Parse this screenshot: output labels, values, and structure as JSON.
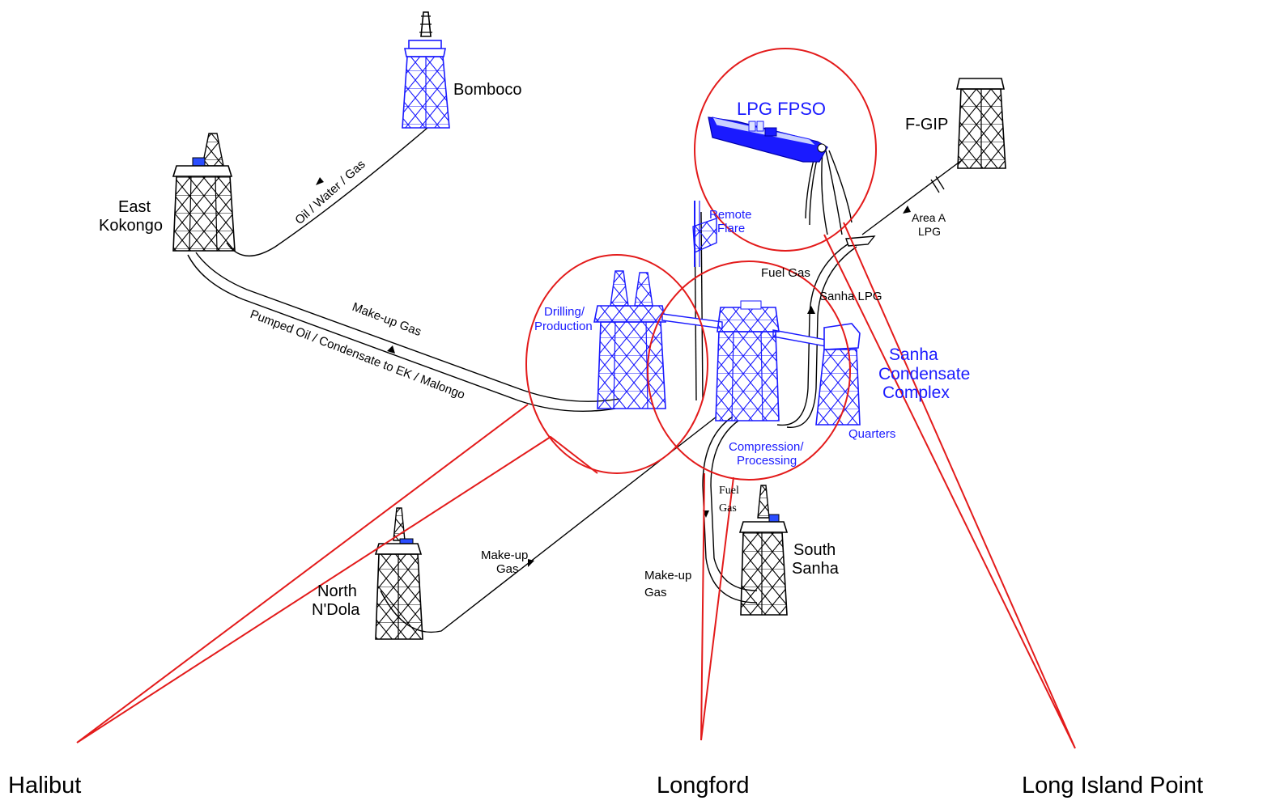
{
  "facilities": {
    "bomboco": "Bomboco",
    "east_kokongo_1": "East",
    "east_kokongo_2": "Kokongo",
    "lpg_fpso": "LPG FPSO",
    "f_gip": "F-GIP",
    "remote_flare_1": "Remote",
    "remote_flare_2": "Flare",
    "drilling_1": "Drilling/",
    "drilling_2": "Production",
    "sanha_1": "Sanha",
    "sanha_2": "Condensate",
    "sanha_3": "Complex",
    "quarters": "Quarters",
    "compression_1": "Compression/",
    "compression_2": "Processing",
    "south_sanha_1": "South",
    "south_sanha_2": "Sanha",
    "north_ndola_1": "North",
    "north_ndola_2": "N'Dola"
  },
  "flows": {
    "oil_water_gas": "Oil / Water / Gas",
    "makeup_gas_top": "Make-up Gas",
    "pumped_oil": "Pumped Oil / Condensate to EK / Malongo",
    "fuel_gas_top": "Fuel Gas",
    "sanha_lpg": "Sanha LPG",
    "area_a_1": "Area A",
    "area_a_2": "LPG",
    "fuel_gas_mid_1": "Fuel",
    "fuel_gas_mid_2": "Gas",
    "makeup_gas_left_1": "Make-up",
    "makeup_gas_left_2": "Gas",
    "makeup_gas_mid_1": "Make-up",
    "makeup_gas_mid_2": "Gas"
  },
  "callouts": {
    "halibut": "Halibut",
    "longford": "Longford",
    "long_island_point": "Long Island Point"
  },
  "colors": {
    "blue": "#1a1aff",
    "red": "#e31b1b",
    "black": "#000000"
  }
}
